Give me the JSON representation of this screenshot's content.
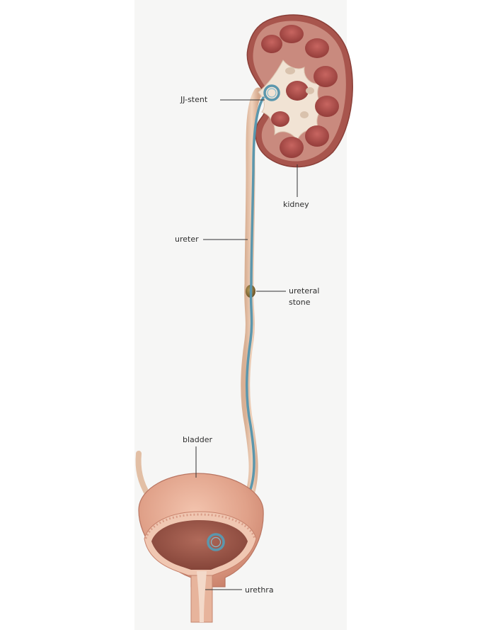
{
  "labels": {
    "jj_stent": "JJ-stent",
    "kidney": "kidney",
    "ureter": "ureter",
    "ureteral_stone": "ureteral stone",
    "bladder": "bladder",
    "urethra": "urethra"
  },
  "colors": {
    "background_panel": "#f6f6f5",
    "kidney_surface": "#a8554d",
    "kidney_cortex": "#c98a7e",
    "renal_pyramid": "#a94a45",
    "renal_pelvis": "#f1e3d4",
    "ureter": "#e8c6aa",
    "stent": "#5b97ad",
    "stone": "#8c7240",
    "bladder": "#e4ab93",
    "bladder_interior": "#9a5547",
    "leader_line": "#333333"
  }
}
